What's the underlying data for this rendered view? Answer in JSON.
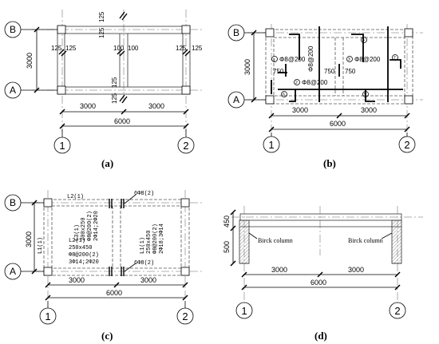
{
  "panels": {
    "a": {
      "caption": "(a)",
      "grid_b": "B",
      "grid_a": "A",
      "grid_1": "1",
      "grid_2": "2",
      "dim_bay_height": "3000",
      "dim_left": "3000",
      "dim_right": "3000",
      "dim_total": "6000",
      "tags": [
        "125",
        "125",
        "125",
        "125",
        "100",
        "100",
        "125",
        "125",
        "125",
        "125"
      ]
    },
    "b": {
      "caption": "(b)",
      "grid_b": "B",
      "grid_a": "A",
      "grid_1": "1",
      "grid_2": "2",
      "dim_bay_height": "3000",
      "dim_left": "3000",
      "dim_right": "3000",
      "dim_total": "6000",
      "rebar_a": "Φ8@200",
      "rebar_b": "Φ8@200",
      "rebar_c": "Φ8@200",
      "rebar_d": "Φ8@200",
      "dim_750_a": "750",
      "dim_750_b": "750",
      "dim_750_c": "750",
      "num_1": "1",
      "num_2": "2",
      "num_3": "3",
      "num_4": "4",
      "num_5": "5",
      "num_6": "6",
      "num_7": "7"
    },
    "c": {
      "caption": "(c)",
      "grid_b": "B",
      "grid_a": "A",
      "grid_1": "1",
      "grid_2": "2",
      "dim_bay_height": "3000",
      "dim_left": "3000",
      "dim_right": "3000",
      "dim_total": "6000",
      "beam_top": "L2(1)",
      "beam_left_side": "L1(1)",
      "beam_mid_name": "L2(1)",
      "beam_mid_size": "250x450",
      "beam_mid_stirrup": "Φ8@200(2)",
      "beam_mid_bars": "3Φ14;2Φ20",
      "beam_v_name": "L3(1)",
      "beam_v_size": "200x250",
      "beam_v_stirrup": "Φ8@200(2)",
      "beam_v_bars": "2Φ14;2Φ20",
      "beam_r_name": "L1(1)",
      "beam_r_size": "250x450",
      "beam_r_stirrup": "Φ8@200(2)",
      "beam_r_bars": "2Φ18;3Φ14",
      "hanger_top": "6Φ8(2)",
      "hanger_bottom": "6Φ8(2)"
    },
    "d": {
      "caption": "(d)",
      "grid_1": "1",
      "grid_2": "2",
      "dim_top": "450",
      "dim_mid": "500",
      "dim_left": "3000",
      "dim_right": "3000",
      "dim_total": "6000",
      "label_left": "Birck column",
      "label_right": "Birck column"
    }
  }
}
